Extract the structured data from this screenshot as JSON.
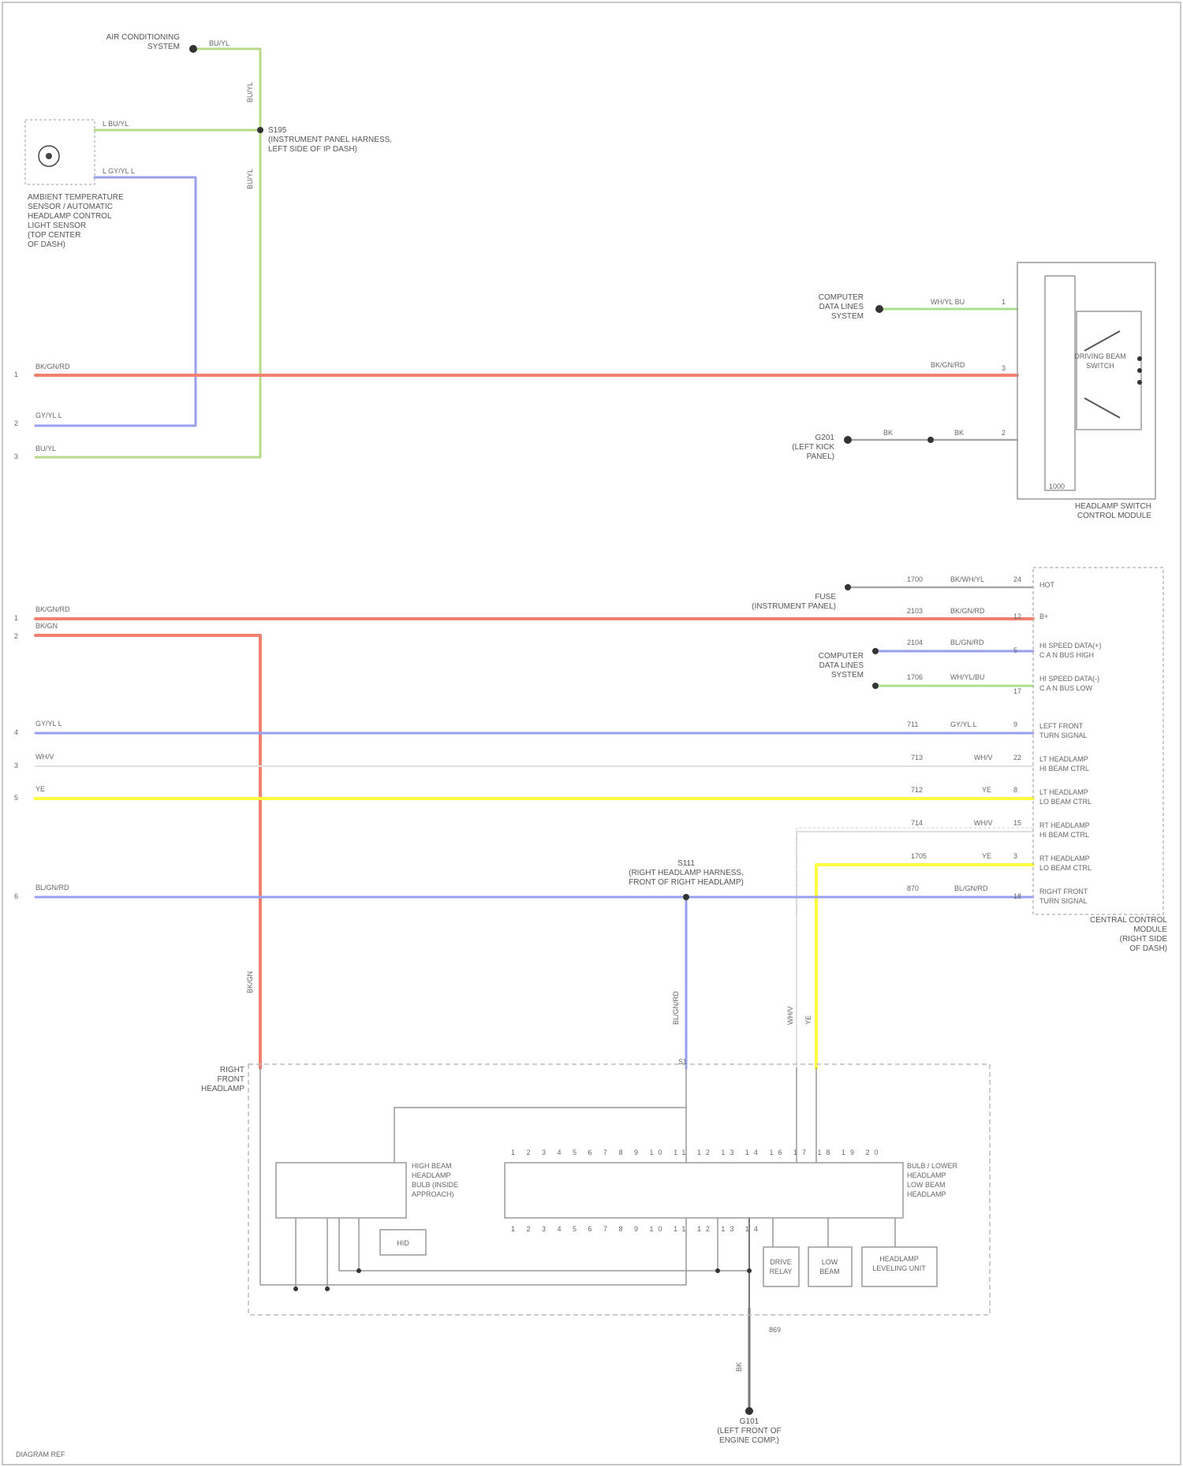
{
  "diagram": {
    "colors": {
      "red": "#f08070",
      "green": "#b8d88a",
      "lightgreen": "#a8e090",
      "blue": "#9aa0f0",
      "yellow": "#ffff40",
      "gray": "#a8a8a8",
      "frame": "#c8c8c8"
    },
    "wire_labels": {
      "top_green": "BU/YL",
      "top_green_v1": "BU/YL",
      "top_green_v2": "BU/YL",
      "sensor_green": "L BU/YL",
      "sensor_blue": "L GY/YL L",
      "left_red_1": "BK/GN/RD",
      "left_blue_1": "GY/YL L",
      "left_green_1": "BU/YL",
      "left_red_2": "BK/GN/RD",
      "left_red_2b": "BK/GN",
      "left_blue_2": "GY/YL L",
      "left_wh": "WH/V",
      "left_ye": "YE",
      "left_blue_3": "BL/GN/RD",
      "sw_green": "WH/YL BU",
      "sw_red": "BK/GN/RD",
      "sw_gray_a": "BK",
      "sw_gray_b": "BK",
      "mod_gray": "BK/WH/YL",
      "mod_red": "BK/GN/RD",
      "mod_blue": "BL/GN/RD",
      "mod_green": "WH/YL/BU",
      "mod_blue2": "GY/YL L",
      "mod_wh": "WH/V",
      "mod_ye": "YE",
      "mod_wh2": "WH/V",
      "mod_ye2": "YE",
      "mod_blue3": "BL/GN/RD",
      "vert_red": "BK/GN",
      "vert_blue": "BL/GN/RD",
      "vert_wh": "WH/V",
      "vert_ye": "YE",
      "ground": "BK"
    },
    "labels": {
      "ac_system": "AIR CONDITIONING\nSYSTEM",
      "splice": "S195\n(INSTRUMENT PANEL HARNESS,\nLEFT SIDE OF IP DASH)",
      "sensor": "AMBIENT TEMPERATURE\nSENSOR / AUTOMATIC\nHEADLAMP CONTROL\nLIGHT SENSOR\n(TOP CENTER\nOF DASH)",
      "computer": "COMPUTER\nDATA LINES\nSYSTEM",
      "ground_top": "G201\n(LEFT KICK\nPANEL)",
      "switch": "DRIVING BEAM\nSWITCH",
      "switch_block": "HEADLAMP SWITCH\nCONTROL MODULE",
      "fuse": "FUSE\n(INSTRUMENT PANEL)",
      "computer2": "COMPUTER\nDATA LINES\nSYSTEM",
      "module": "CENTRAL CONTROL\nMODULE\n(RIGHT SIDE\nOF DASH)",
      "splice2": "S111\n(RIGHT HEADLAMP HARNESS,\nFRONT OF RIGHT HEADLAMP)",
      "headlamp": "RIGHT\nFRONT\nHEADLAMP",
      "high_beam": "HIGH BEAM\nHEADLAMP\nBULB (INSIDE\nAPPROACH)",
      "low_beam": "BULB / LOWER\nHEADLAMP\nLOW BEAM\nHEADLAMP",
      "hid": "HID",
      "small_1": "DRIVE\nRELAY",
      "small_2": "LOW\nBEAM",
      "small_3": "HEADLAMP\nLEVELING UNIT",
      "ground_bottom": "G101\n(LEFT FRONT OF\nENGINE COMP.)",
      "footer": "DIAGRAM REF"
    },
    "pins": {
      "sensor_1": "1",
      "sensor_2": "2",
      "sw_1": "1",
      "sw_2": "3",
      "sw_3": "2",
      "left_1": "1",
      "left_2": "2",
      "left_3": "3",
      "left_4": "1",
      "left_5": "2",
      "left_6": "4",
      "left_7": "3",
      "left_8": "5",
      "left_9": "6",
      "mod_1": "24",
      "mod_2": "12",
      "mod_3": "5",
      "mod_4": "17",
      "mod_5": "9",
      "mod_6": "22",
      "mod_7": "8",
      "mod_8": "15",
      "mod_9": "3",
      "mod_10": "18",
      "splice_pin": "S1"
    },
    "circuits": {
      "c1": "1000",
      "c2": "1700",
      "c3": "2103",
      "c4": "2104",
      "c5": "1706",
      "c6": "711",
      "c7": "713",
      "c8": "712",
      "c9": "714",
      "c10": "1705",
      "c11": "870",
      "c12": "869"
    },
    "module_pins": {
      "p1": "HOT",
      "p2": "B+",
      "p3": "HI SPEED DATA(+)\nC A N BUS HIGH",
      "p4": "HI SPEED DATA(-)\nC A N BUS LOW",
      "p5": "LEFT FRONT\nTURN SIGNAL",
      "p6": "LT HEADLAMP\nHI BEAM CTRL",
      "p7": "LT HEADLAMP\nLO BEAM CTRL",
      "p8": "RT HEADLAMP\nHI BEAM CTRL",
      "p9": "RT HEADLAMP\nLO BEAM CTRL",
      "p10": "RIGHT FRONT\nTURN SIGNAL"
    },
    "ecu_pins_top": "1 2 3 4 5 6 7 8 9 10 11 12 13 14  16 17 18 19 20",
    "ecu_pins_bottom": "1 2 3 4 5 6 7 8 9 10 11 12 13 14"
  }
}
